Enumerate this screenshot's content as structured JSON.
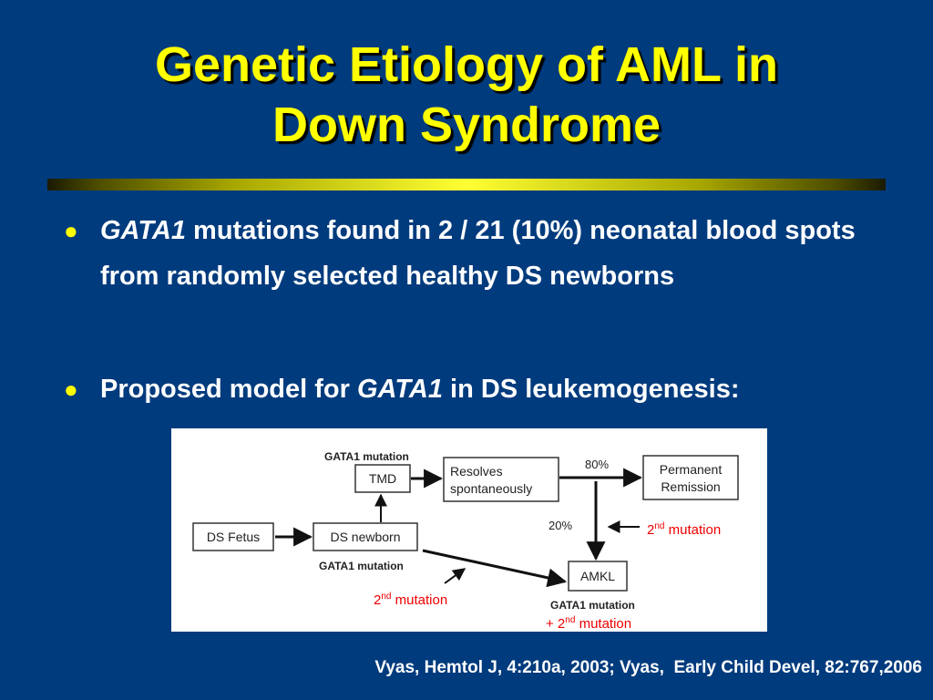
{
  "title": {
    "line1": "Genetic Etiology of AML in",
    "line2": "Down Syndrome"
  },
  "bullets": [
    {
      "italic": "GATA1",
      "text": " mutations found in 2 / 21 (10%) neonatal blood spots from randomly selected healthy DS newborns"
    },
    {
      "prefix": "Proposed model for ",
      "italic": "GATA1",
      "suffix": " in DS leukemogenesis:"
    }
  ],
  "diagram": {
    "nodes": {
      "ds_fetus": "DS Fetus",
      "ds_newborn": "DS newborn",
      "tmd": "TMD",
      "resolves": [
        "Resolves",
        "spontaneously"
      ],
      "remission": [
        "Permanent",
        "Remission"
      ],
      "amkl": "AMKL"
    },
    "labels": {
      "gata1_top": "GATA1 mutation",
      "gata1_newborn": "GATA1 mutation",
      "gata1_amkl": "GATA1 mutation",
      "pct_80": "80%",
      "pct_20": "20%"
    },
    "annotations": {
      "second_right": {
        "pre": "2",
        "sup": "nd",
        "post": " mutation"
      },
      "second_bottom": {
        "pre": "2",
        "sup": "nd",
        "post": " mutation"
      },
      "plus_second": {
        "pre": "+ 2",
        "sup": "nd",
        "post": " mutation"
      }
    },
    "colors": {
      "annotation": "#ee0000",
      "box_stroke": "#333333"
    }
  },
  "citation": "Vyas, Hemtol J, 4:210a, 2003; Vyas,  Early Child Devel, 82:767,2006",
  "colors": {
    "background": "#003b7d",
    "title": "#ffff00",
    "body_text": "#ffffff",
    "bullet": "#ffff00"
  }
}
